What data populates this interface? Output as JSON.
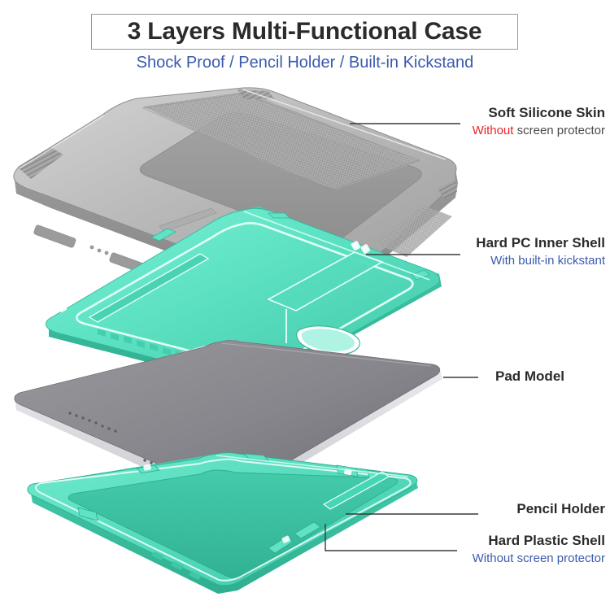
{
  "header": {
    "title": "3 Layers Multi-Functional Case",
    "subtitle": "Shock Proof / Pencil Holder / Built-in Kickstand",
    "title_border_color": "#9a9a9a",
    "subtitle_color": "#3a5bad"
  },
  "callouts": [
    {
      "id": "soft-silicone-skin",
      "title": "Soft Silicone Skin",
      "sub_prefix": "Without",
      "sub_prefix_color": "#e8242a",
      "sub_rest": " screen protector",
      "sub_rest_color": "#4a4a4a"
    },
    {
      "id": "hard-pc-inner-shell",
      "title": "Hard PC Inner Shell",
      "sub": "With built-in kickstant",
      "sub_color": "#3a5bad"
    },
    {
      "id": "pad-model",
      "title": "Pad Model"
    },
    {
      "id": "pencil-holder",
      "title": "Pencil Holder"
    },
    {
      "id": "hard-plastic-shell",
      "title": "Hard Plastic Shell",
      "sub": "Without screen protector",
      "sub_color": "#3a5bad"
    }
  ],
  "layers": [
    {
      "id": "soft-silicone-skin",
      "material": "silicone",
      "color": "#b4b4b4",
      "order": 1
    },
    {
      "id": "hard-pc-inner-shell",
      "material": "hard-pc",
      "color": "#5fe3c4",
      "order": 2
    },
    {
      "id": "pad-model",
      "material": "tablet",
      "color": "#8a8a90",
      "order": 3
    },
    {
      "id": "hard-plastic-shell",
      "material": "plastic",
      "color": "#4fdcbb",
      "order": 4
    }
  ],
  "palette": {
    "background": "#ffffff",
    "text_dark": "#2b2b2b",
    "accent_blue": "#3a5bad",
    "accent_red": "#e8242a",
    "teal": "#5fe3c4",
    "gray": "#b4b4b4"
  }
}
